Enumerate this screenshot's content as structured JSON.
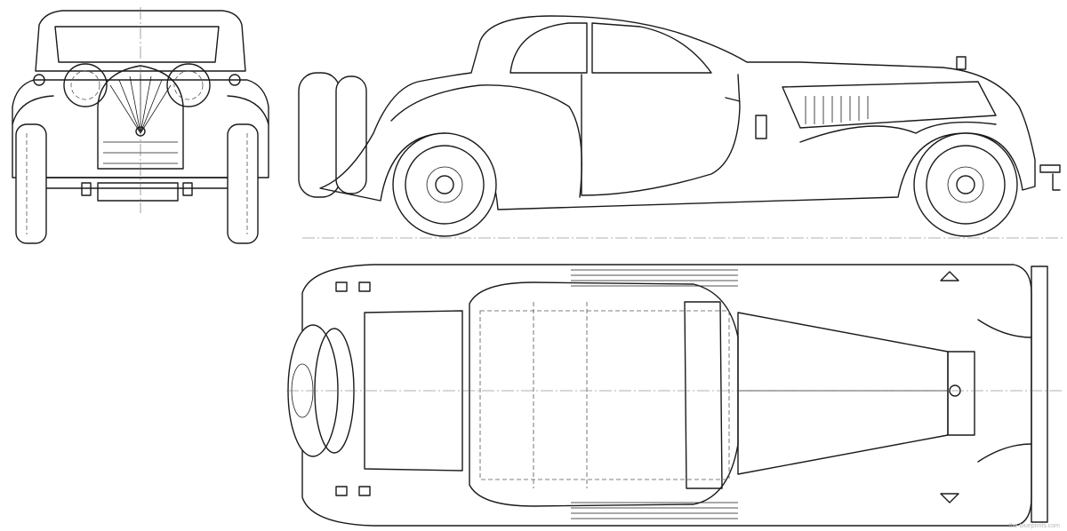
{
  "views": {
    "front": "front-elevation",
    "side": "side-elevation",
    "top": "plan-view"
  },
  "watermark": "the-blueprints.com",
  "colors": {
    "ink": "#1a1a1a",
    "paper": "#ffffff"
  }
}
